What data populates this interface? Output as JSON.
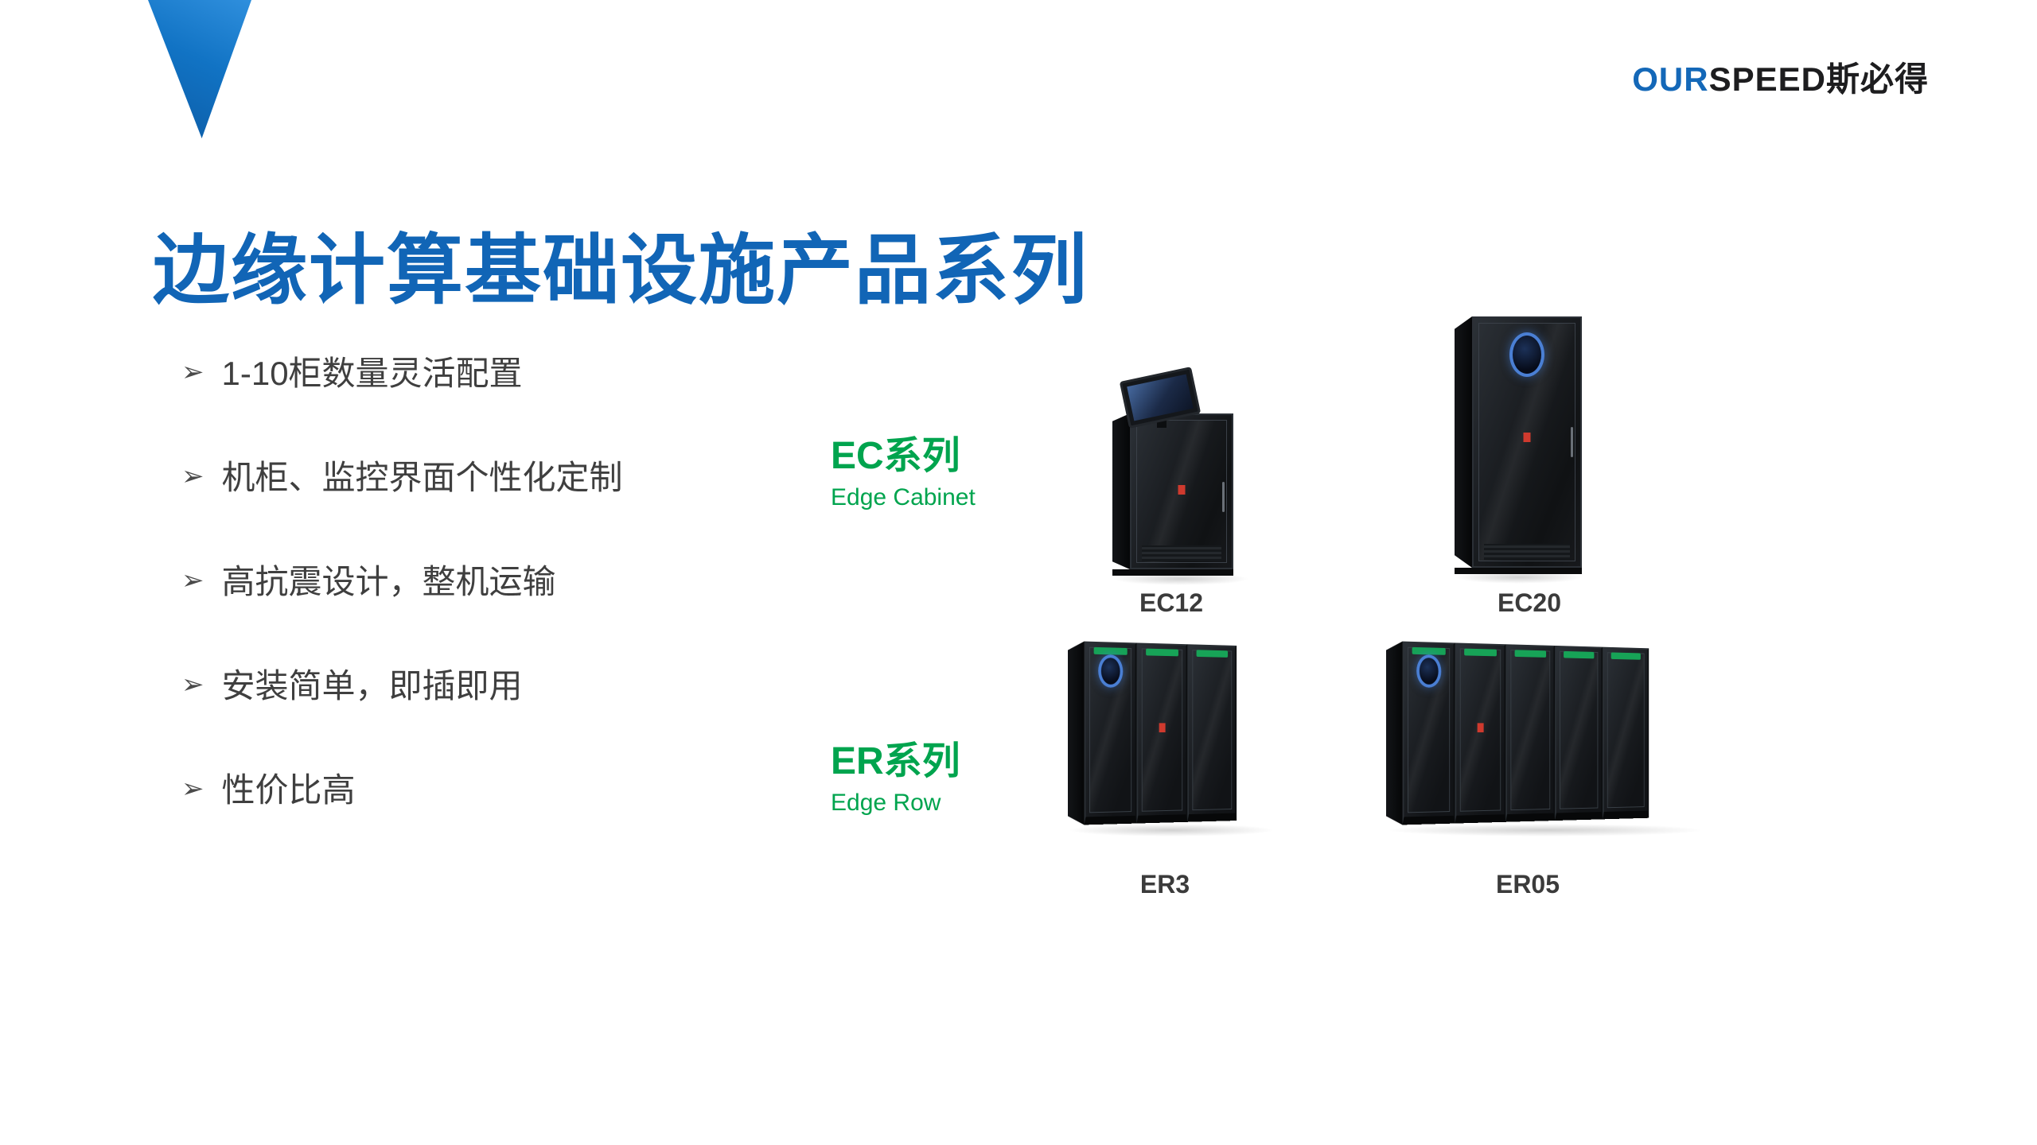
{
  "logo": {
    "our": "OUR",
    "speed": "SPEED",
    "cn": "斯必得"
  },
  "title": "边缘计算基础设施产品系列",
  "bullet_glyph": "➢",
  "bullets": [
    "1-10柜数量灵活配置",
    "机柜、监控界面个性化定制",
    "高抗震设计，整机运输",
    "安装简单，即插即用",
    "性价比高"
  ],
  "series": {
    "ec": {
      "name": "EC系列",
      "subtitle": "Edge Cabinet",
      "products": {
        "ec12": "EC12",
        "ec20": "EC20"
      }
    },
    "er": {
      "name": "ER系列",
      "subtitle": "Edge Row",
      "products": {
        "er3": "ER3",
        "er05": "ER05"
      }
    }
  },
  "colors": {
    "accent_blue": "#1165b6",
    "green": "#00a44e",
    "body_text": "#3f3f3f",
    "cabinet_dark": "#1b1e22",
    "screen_ring_blue": "#4a7fd4",
    "marker_red": "#cf3a2e"
  }
}
